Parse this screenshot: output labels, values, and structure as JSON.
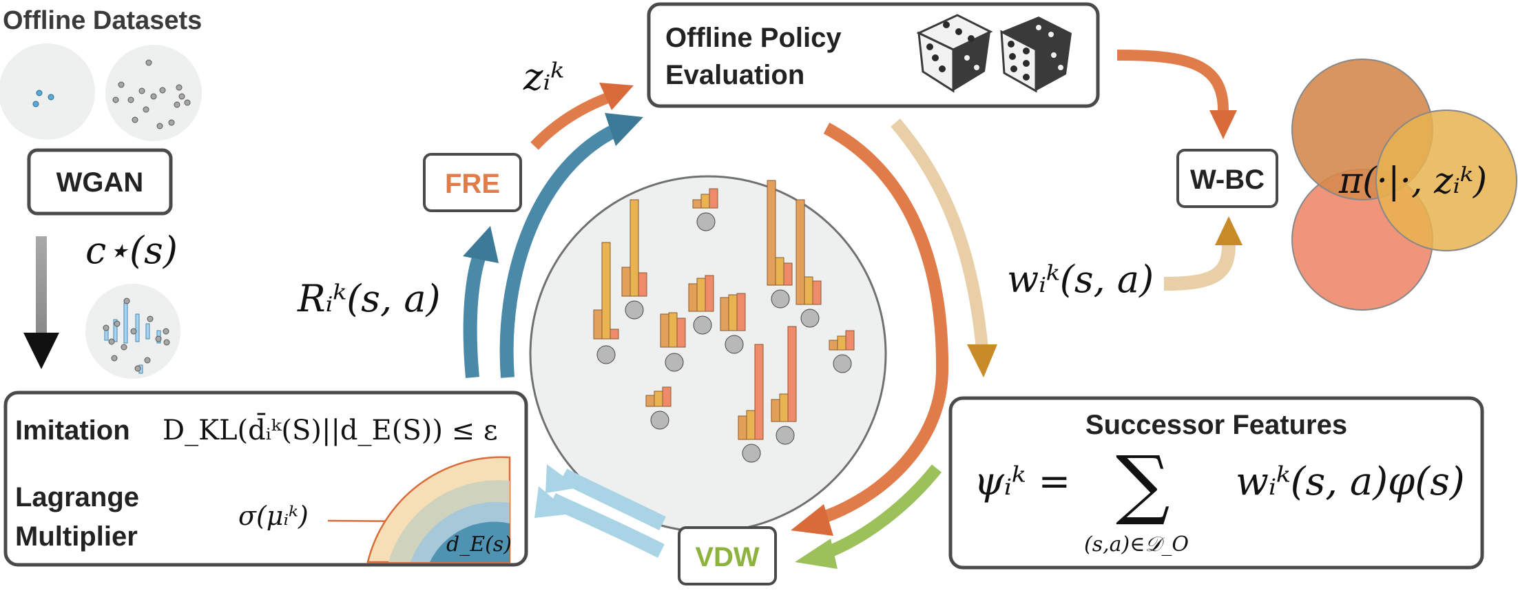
{
  "offline_datasets": {
    "title": "Offline Datasets"
  },
  "wgan": {
    "label": "WGAN",
    "cost_label": "c⋆(s)"
  },
  "fre": {
    "label": "FRE"
  },
  "ope": {
    "line1": "Offline Policy",
    "line2": "Evaluation"
  },
  "wbc": {
    "label": "W-BC",
    "policy_label": "π(·|·, zᵢᵏ)"
  },
  "vdw": {
    "label": "VDW"
  },
  "successor": {
    "title": "Successor Features",
    "lhs": "ψᵢᵏ = ",
    "sum_symbol": "∑",
    "sum_sub": "(s,a)∈𝒟_O",
    "rhs": "wᵢᵏ(s, a)φ(s)"
  },
  "imitation": {
    "label": "Imitation",
    "formula": "D_KL(d̄ᵢᵏ(S)||d_E(S)) ≤ ε",
    "lagrange_line1": "Lagrange",
    "lagrange_line2": "Multiplier",
    "sigma_label": "σ(μᵢᵏ)",
    "arc_label": "d_E(s)"
  },
  "labels": {
    "z": "zᵢᵏ",
    "r": "Rᵢᵏ(s, a)",
    "w": "wᵢᵏ(s, a)"
  },
  "colors": {
    "orange": "#e07b4a",
    "blue": "#4a8aa8",
    "light_blue": "#a8d4e6",
    "tan": "#e8cfa7",
    "green": "#9cc05a",
    "gold": "#e8b350",
    "salmon": "#ef8a6b",
    "fre_text": "#e07b4a",
    "vdw_text": "#8db33f"
  }
}
